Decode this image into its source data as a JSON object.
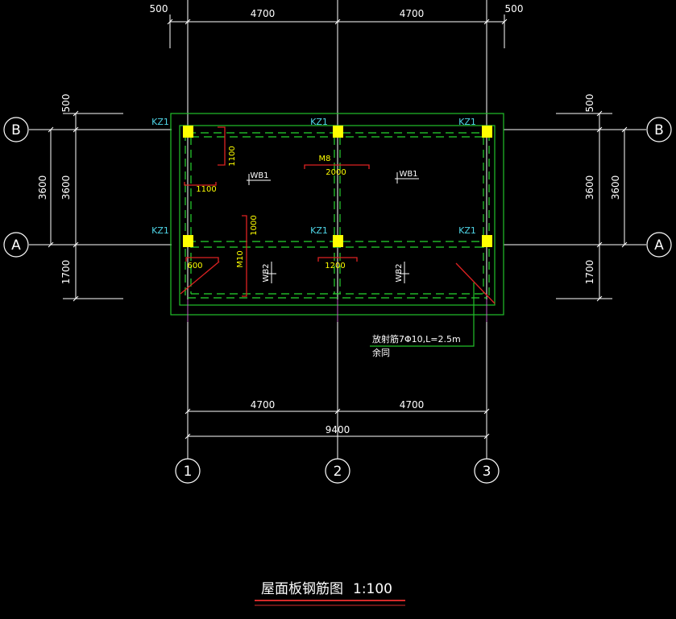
{
  "drawing": {
    "title": "屋面板钢筋图",
    "scale": "1:100",
    "colors": {
      "background": "#000000",
      "grid_line": "#ffffff",
      "beam_outline": "#22c02a",
      "dashed": "#27d62f",
      "column": "#ffff00",
      "rebar": "#dd2222",
      "kz_label": "#4fd6e8",
      "note_text": "#ffffff",
      "leader": "#22c02a",
      "title_underline": "#d42a2a"
    }
  },
  "dimensions": {
    "top": [
      "500",
      "4700",
      "4700",
      "500"
    ],
    "bottom_spans": [
      "4700",
      "4700"
    ],
    "bottom_total": "9400",
    "left_outer": [
      "500",
      "3600",
      "1700"
    ],
    "left_inner": "3600",
    "right_outer": [
      "500",
      "3600",
      "1700"
    ],
    "right_inner": "3600"
  },
  "axes": {
    "rows": [
      "B",
      "A"
    ],
    "columns": [
      "1",
      "2",
      "3"
    ]
  },
  "columns_label": "KZ1",
  "slabs": {
    "top_left": "WB1",
    "top_right": "WB1",
    "bottom_left": "WB2",
    "bottom_right": "WB2"
  },
  "rebar_labels": {
    "v1100": "1100",
    "h1100": "1100",
    "m8": "M8",
    "len2000": "2000",
    "v1000": "1000",
    "m10": "M10",
    "len600": "600",
    "len1200": "1200"
  },
  "note": {
    "line1": "放射筋7Φ10,L=2.5m",
    "line2": "余同"
  }
}
